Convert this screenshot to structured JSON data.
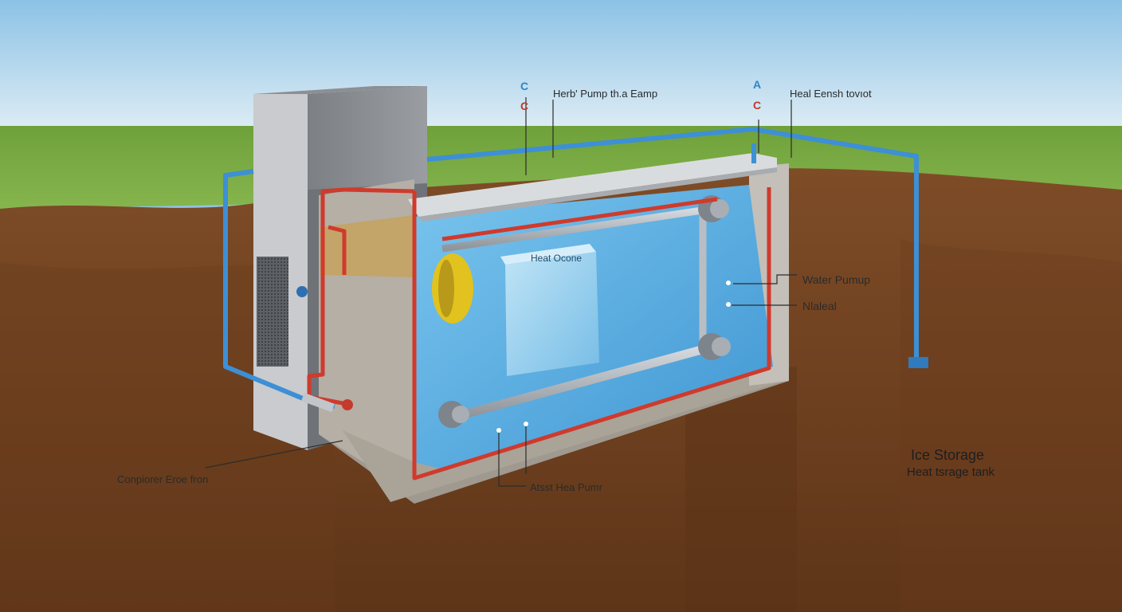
{
  "labels": {
    "letter_c_blue": "C",
    "letter_c_red_left": "C",
    "letter_a_blue": "A",
    "letter_c_red_right": "C",
    "heat_pump_top": "Herb' Pump th.a Eamp",
    "heat_exchanger_top": "Heal Eensh tovıot",
    "heat_core_inside": "Heat Ocone",
    "water_pump": "Water Pumup",
    "naleal": "Nlaleal",
    "compressor": "Conpiorer Eroe fron",
    "assist_heat_pump": "Atsst Hea Pumr",
    "ice_storage_title": "Ice Storage",
    "ice_storage_subtitle": "Heat tsrage tank"
  },
  "colors": {
    "sky_top": "#cfe6f5",
    "sky_bottom": "#8fc3e6",
    "grass": "#7fb046",
    "soil": "#7a4a26",
    "pipe_hot": "#d03a2c",
    "pipe_cold": "#3d8fd6",
    "water": "#5ab0e2",
    "concrete": "#b9b3aa",
    "insulation": "#c6a86a"
  }
}
